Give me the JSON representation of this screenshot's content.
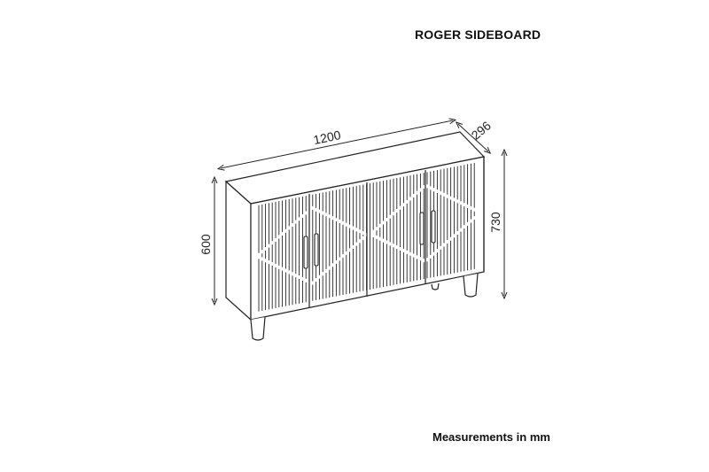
{
  "title": "ROGER SIDEBOARD",
  "footer": "Measurements in mm",
  "dimensions": {
    "width": "1200",
    "depth": "296",
    "total_height": "730",
    "body_height": "600"
  }
}
